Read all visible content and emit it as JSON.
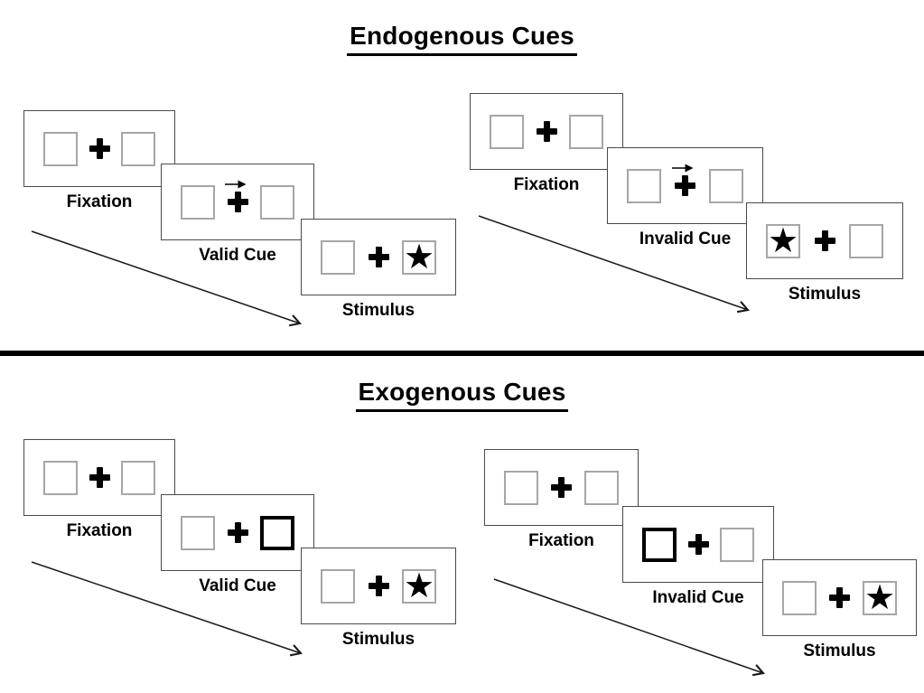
{
  "figure": {
    "type": "diagram",
    "description": "Attention cueing paradigm: endogenous vs exogenous cues with valid and invalid trial sequences"
  },
  "symbols": {
    "star": "★",
    "fixation_cross": "+",
    "cue_arrow": "→"
  },
  "colors": {
    "background": "#ffffff",
    "panel_border": "#4a4a4a",
    "box_border": "#a6a6a6",
    "thick_cue_border": "#000000",
    "ink": "#000000",
    "divider": "#000000"
  },
  "sections": [
    {
      "title": "Endogenous Cues",
      "groups": [
        {
          "name": "valid-trial",
          "panels": [
            {
              "label": "Fixation",
              "left_box": "empty",
              "center": "fixation-cross",
              "right_box": "empty"
            },
            {
              "label": "Valid Cue",
              "left_box": "empty",
              "center": "fixation-cross-with-right-arrow",
              "right_box": "empty"
            },
            {
              "label": "Stimulus",
              "left_box": "empty",
              "center": "fixation-cross",
              "right_box": "star"
            }
          ]
        },
        {
          "name": "invalid-trial",
          "panels": [
            {
              "label": "Fixation",
              "left_box": "empty",
              "center": "fixation-cross",
              "right_box": "empty"
            },
            {
              "label": "Invalid Cue",
              "left_box": "empty",
              "center": "fixation-cross-with-right-arrow",
              "right_box": "empty"
            },
            {
              "label": "Stimulus",
              "left_box": "star",
              "center": "fixation-cross",
              "right_box": "empty"
            }
          ]
        }
      ]
    },
    {
      "title": "Exogenous Cues",
      "groups": [
        {
          "name": "valid-trial",
          "panels": [
            {
              "label": "Fixation",
              "left_box": "empty",
              "center": "fixation-cross",
              "right_box": "empty"
            },
            {
              "label": "Valid Cue",
              "left_box": "empty",
              "center": "fixation-cross",
              "right_box": "thick-outline-cue"
            },
            {
              "label": "Stimulus",
              "left_box": "empty",
              "center": "fixation-cross",
              "right_box": "star"
            }
          ]
        },
        {
          "name": "invalid-trial",
          "panels": [
            {
              "label": "Fixation",
              "left_box": "empty",
              "center": "fixation-cross",
              "right_box": "empty"
            },
            {
              "label": "Invalid Cue",
              "left_box": "thick-outline-cue",
              "center": "fixation-cross",
              "right_box": "empty"
            },
            {
              "label": "Stimulus",
              "left_box": "empty",
              "center": "fixation-cross",
              "right_box": "star"
            }
          ]
        }
      ]
    }
  ]
}
